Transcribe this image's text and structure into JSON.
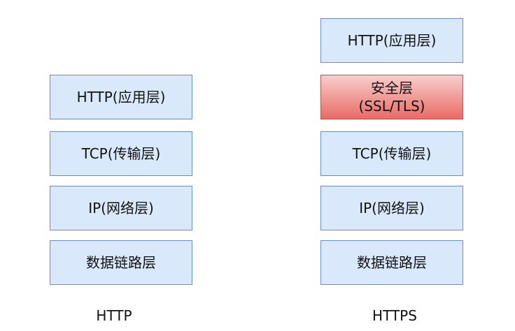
{
  "http_stack": {
    "layers": [
      "HTTP(应用层)",
      "TCP(传输层)",
      "IP(网络层)",
      "数据链路层"
    ],
    "caption": "HTTP"
  },
  "https_stack": {
    "layers": [
      "HTTP(应用层)",
      "安全层",
      "(SSL/TLS)",
      "TCP(传输层)",
      "IP(网络层)",
      "数据链路层"
    ],
    "caption": "HTTPS"
  },
  "colors": {
    "layer_fill": "#dae8fc",
    "layer_border": "#6c8ebf",
    "security_fill_top": "#f8cecc",
    "security_fill_bottom": "#ea6b66",
    "security_border": "#b85450"
  }
}
